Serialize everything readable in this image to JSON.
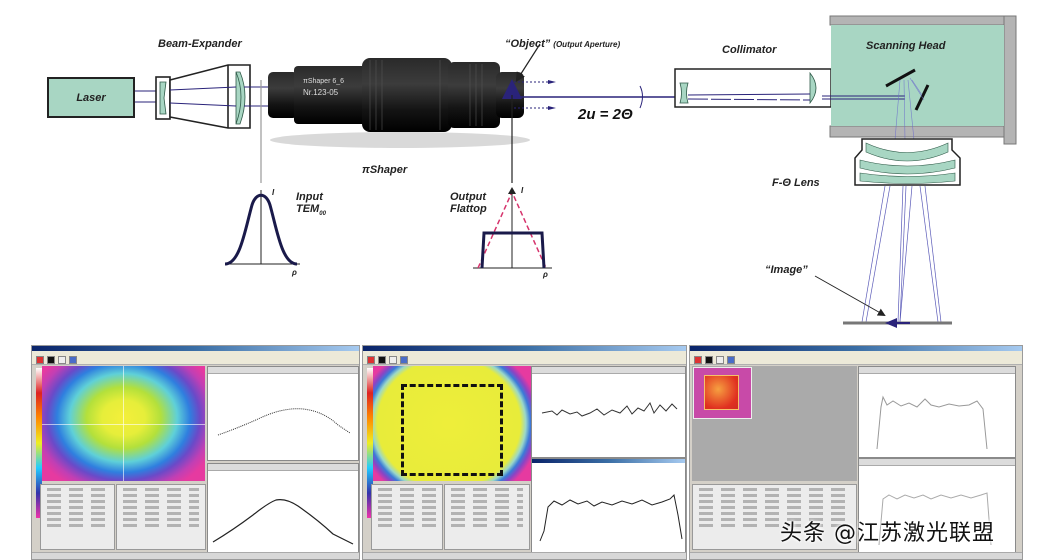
{
  "diagram": {
    "labels": {
      "beam_expander": "Beam-Expander",
      "laser": "Laser",
      "pi_shaper_model": "πShaper 6_6",
      "pi_shaper_serial": "Nr.123-05",
      "pi_shaper": "πShaper",
      "object": "“Object”",
      "object_note": "(Output Aperture)",
      "collimator": "Collimator",
      "scanning_head": "Scanning Head",
      "equation": "2u = 2Θ",
      "f_theta_lens": "F-Θ Lens",
      "image": "“Image”",
      "input_line1": "Input",
      "input_line2": "TEM",
      "input_sub": "00",
      "output_line1": "Output",
      "output_line2": "Flattop",
      "axis_i": "I",
      "axis_rho": "ρ"
    },
    "colors": {
      "lens_green": "#a8d6c3",
      "beam_blue": "#2a237a",
      "outline": "#222222",
      "dashed_gaussian": "#d6336c",
      "housing_gray": "#b4b4b4"
    }
  },
  "screenshots": [
    {
      "name": "input-gaussian-profile",
      "profile_shape": "gaussian",
      "beam_map": "circular gaussian",
      "toolbar_icons": [
        "record-icon",
        "stop-icon",
        "camera-icon",
        "layout-icon"
      ]
    },
    {
      "name": "flattop-output-profile",
      "profile_shape": "flattop-noisy",
      "beam_map": "circular flattop with dashed square region",
      "toolbar_icons": [
        "record-icon",
        "stop-icon",
        "camera-icon",
        "layout-icon"
      ]
    },
    {
      "name": "focused-square-profile",
      "profile_shape": "flattop",
      "beam_map": "square spot",
      "toolbar_icons": [
        "record-icon",
        "stop-icon",
        "camera-icon",
        "layout-icon"
      ]
    }
  ],
  "watermark": "头条 @江苏激光联盟"
}
